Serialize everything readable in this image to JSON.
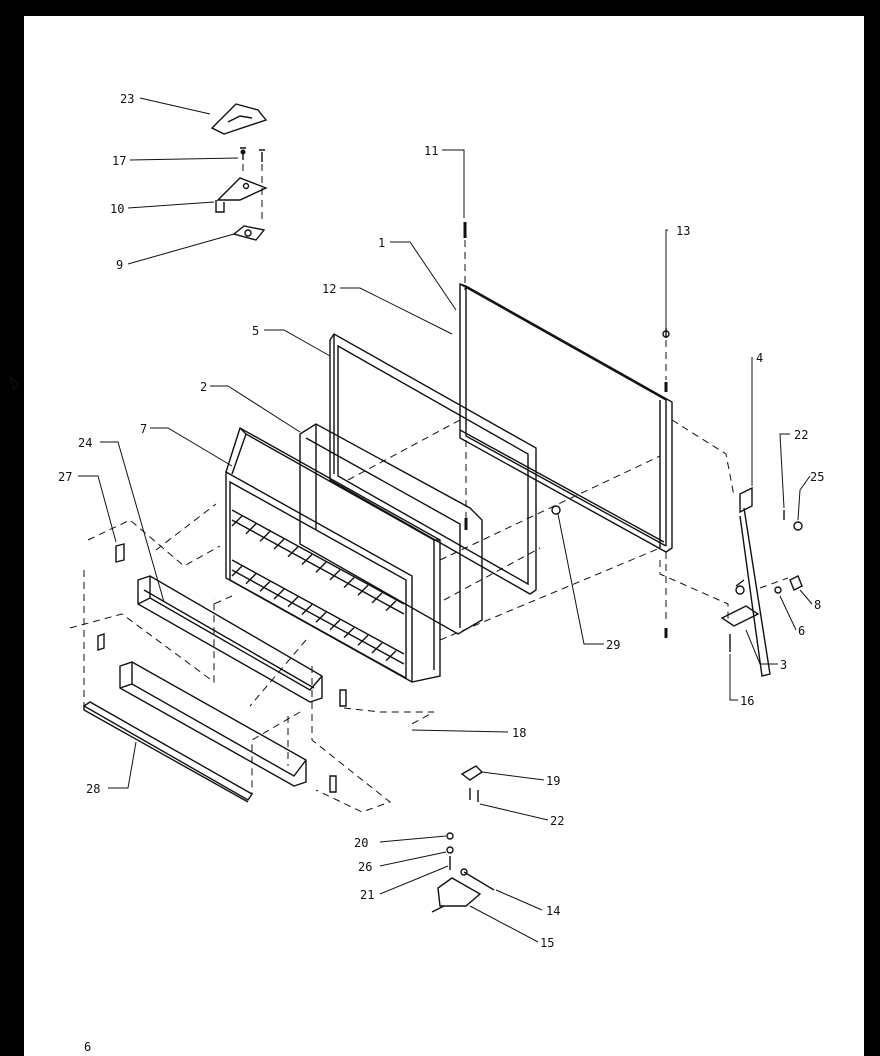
{
  "diagram": {
    "callouts": [
      {
        "id": "c23",
        "text": "23"
      },
      {
        "id": "c17",
        "text": "17"
      },
      {
        "id": "c10",
        "text": "10"
      },
      {
        "id": "c9",
        "text": "9"
      },
      {
        "id": "c11",
        "text": "11"
      },
      {
        "id": "c1",
        "text": "1"
      },
      {
        "id": "c13",
        "text": "13"
      },
      {
        "id": "c12",
        "text": "12"
      },
      {
        "id": "c5",
        "text": "5"
      },
      {
        "id": "c4",
        "text": "4"
      },
      {
        "id": "c2",
        "text": "2"
      },
      {
        "id": "c7",
        "text": "7"
      },
      {
        "id": "c24",
        "text": "24"
      },
      {
        "id": "c27",
        "text": "27"
      },
      {
        "id": "c22a",
        "text": "22"
      },
      {
        "id": "c25",
        "text": "25"
      },
      {
        "id": "c8",
        "text": "8"
      },
      {
        "id": "c6",
        "text": "6"
      },
      {
        "id": "c29",
        "text": "29"
      },
      {
        "id": "c3",
        "text": "3"
      },
      {
        "id": "c16",
        "text": "16"
      },
      {
        "id": "c18",
        "text": "18"
      },
      {
        "id": "c28",
        "text": "28"
      },
      {
        "id": "c19",
        "text": "19"
      },
      {
        "id": "c22b",
        "text": "22"
      },
      {
        "id": "c20",
        "text": "20"
      },
      {
        "id": "c26",
        "text": "26"
      },
      {
        "id": "c21",
        "text": "21"
      },
      {
        "id": "c14",
        "text": "14"
      },
      {
        "id": "c15",
        "text": "15"
      }
    ]
  },
  "page_number": "6"
}
